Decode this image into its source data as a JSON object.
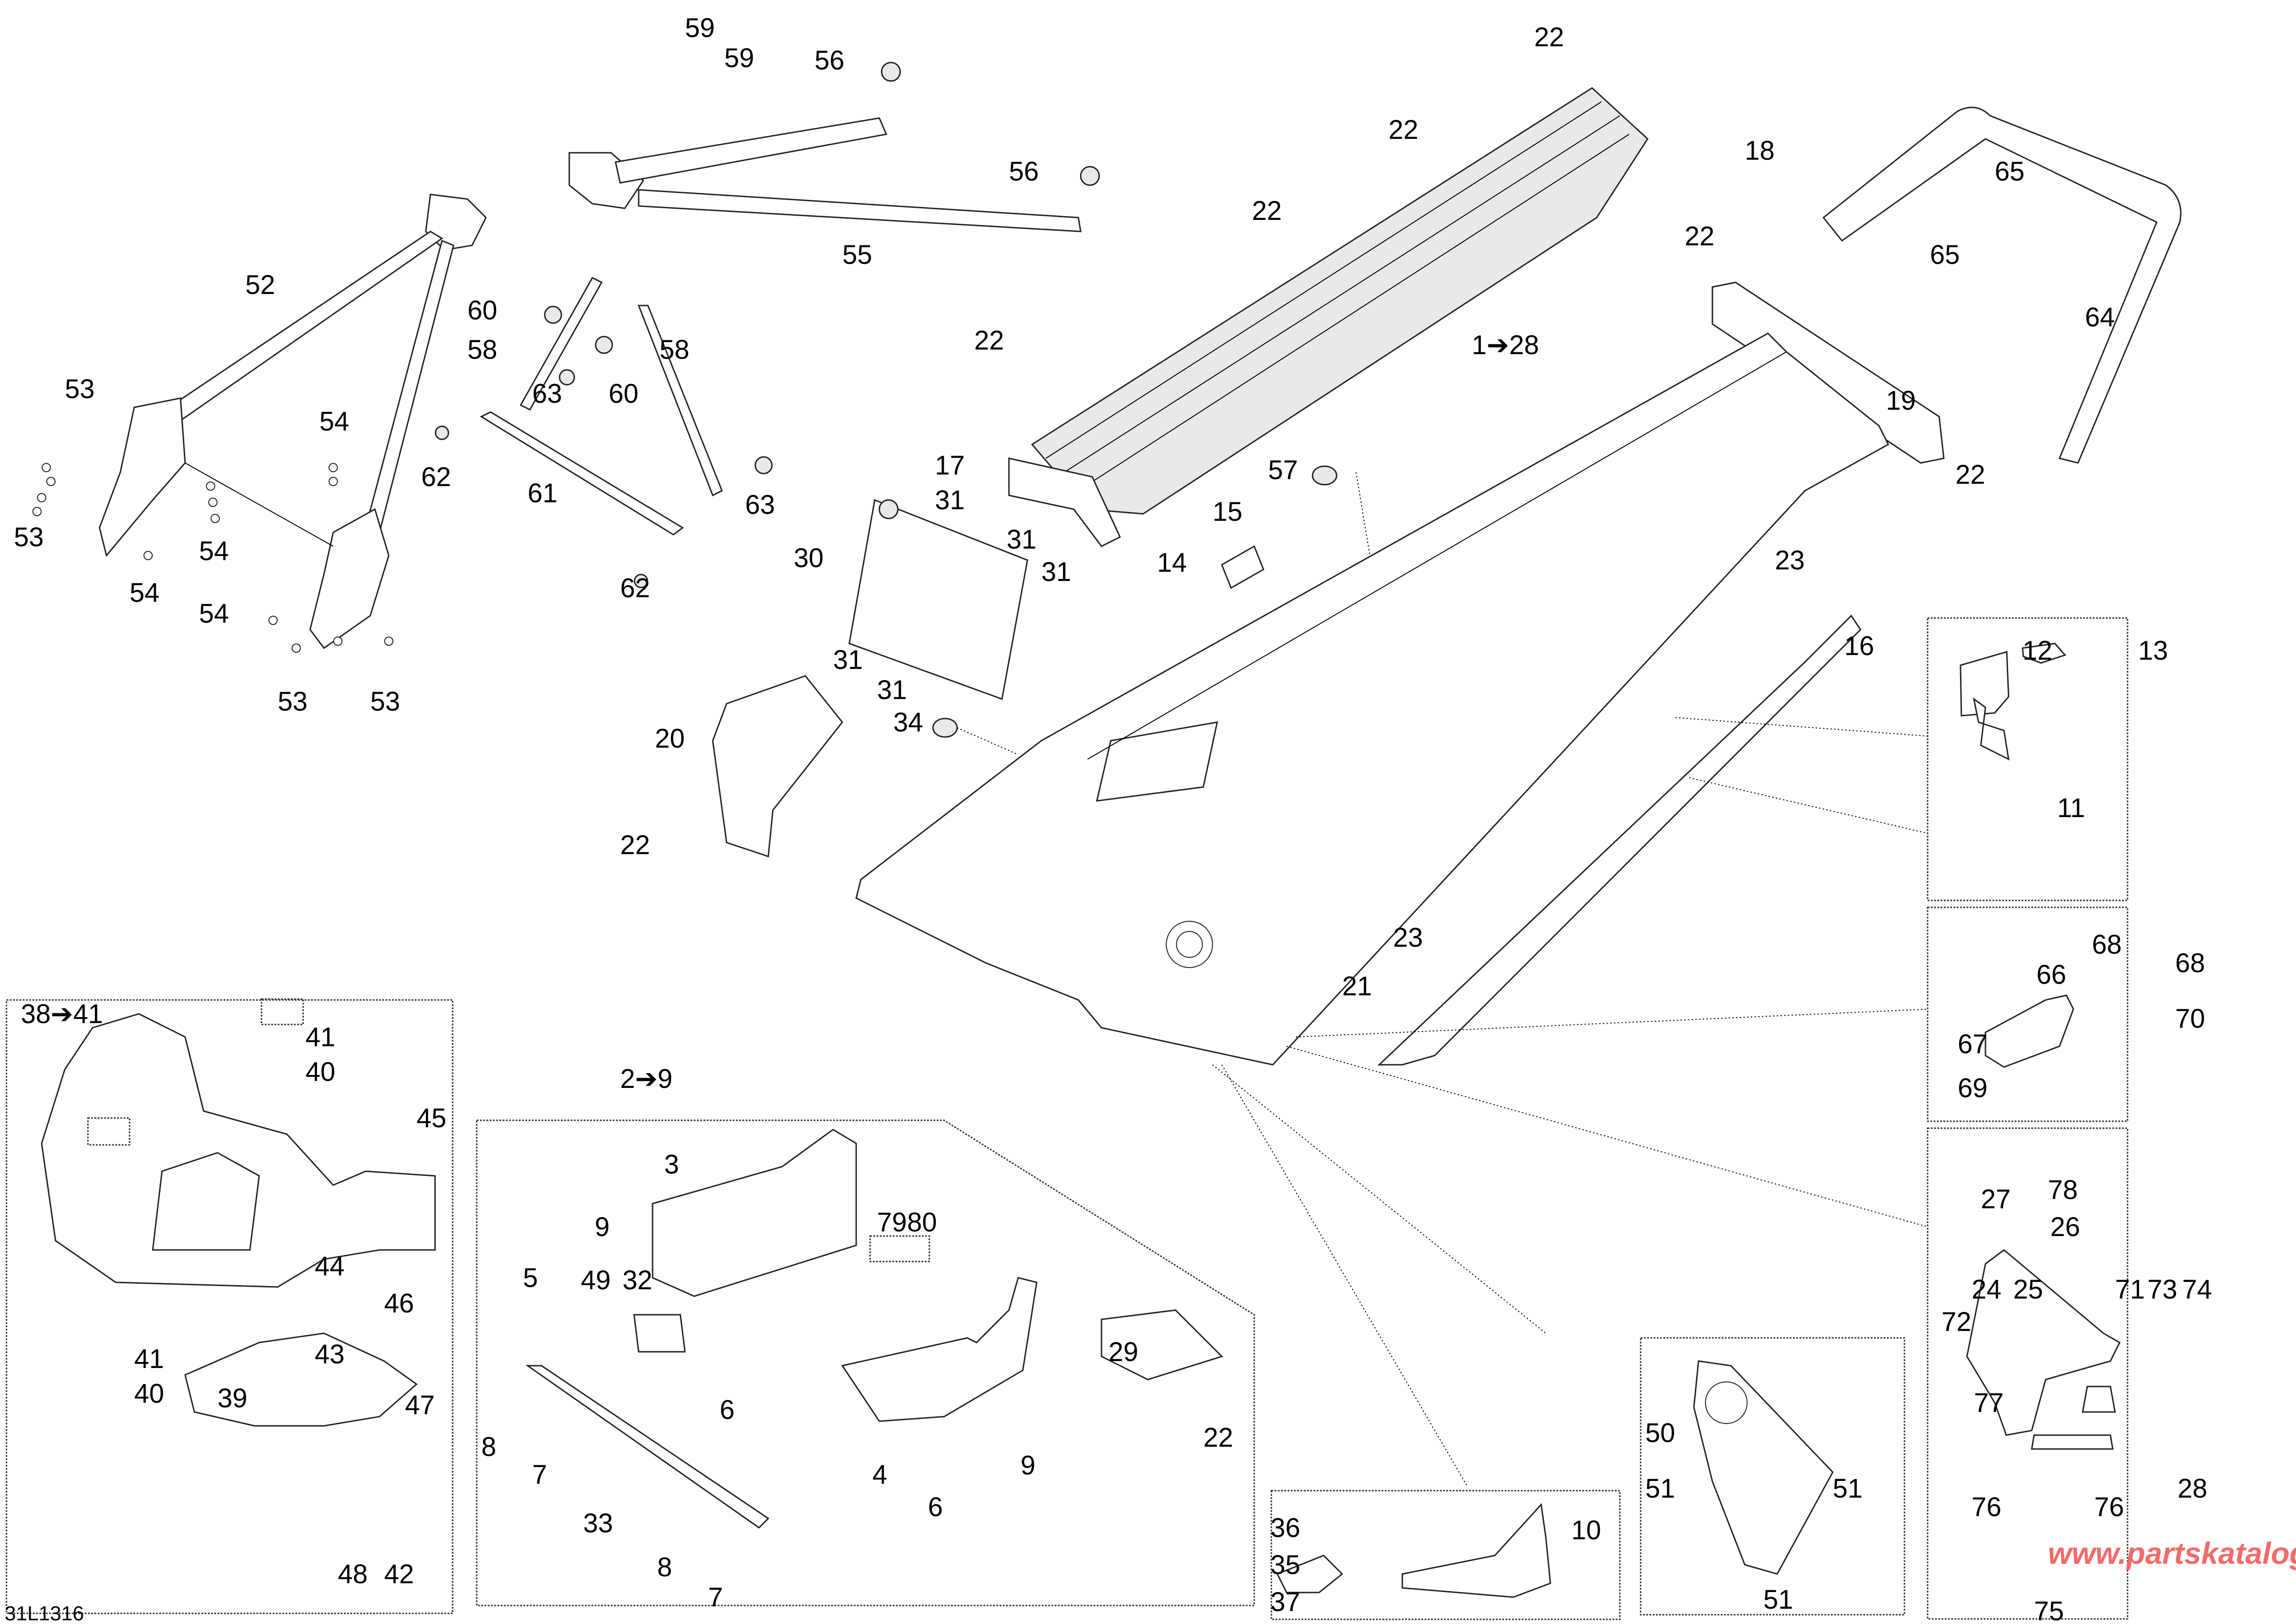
{
  "diagram": {
    "figure_code": "31L1316",
    "watermark": "www.partskatalog.ru",
    "arrow_glyph": "➔",
    "callouts": {
      "c59a": "59",
      "c59b": "59",
      "c56a": "56",
      "c56b": "56",
      "c55": "55",
      "c52": "52",
      "c53a": "53",
      "c53b": "53",
      "c53c": "53",
      "c53d": "53",
      "c54a": "54",
      "c54b": "54",
      "c54c": "54",
      "c54d": "54",
      "c60a": "60",
      "c60b": "60",
      "c58a": "58",
      "c58b": "58",
      "c63a": "63",
      "c63b": "63",
      "c62a": "62",
      "c62b": "62",
      "c61": "61",
      "c22a": "22",
      "c22b": "22",
      "c22c": "22",
      "c22d": "22",
      "c22e": "22",
      "c22f": "22",
      "c22g": "22",
      "c18": "18",
      "c19": "19",
      "c64": "64",
      "c65a": "65",
      "c65b": "65",
      "c1_28": "1➔28",
      "c17": "17",
      "c31a": "31",
      "c31b": "31",
      "c31c": "31",
      "c31d": "31",
      "c31e": "31",
      "c30": "30",
      "c57": "57",
      "c15": "15",
      "c14": "14",
      "c34": "34",
      "c20": "20",
      "c23a": "23",
      "c23b": "23",
      "c16": "16",
      "c21": "21",
      "c12": "12",
      "c13": "13",
      "c11": "11",
      "c66": "66",
      "c67": "67",
      "c68a": "68",
      "c68b": "68",
      "c69": "69",
      "c70": "70",
      "c38_41": "38➔41",
      "c41a": "41",
      "c40a": "40",
      "c41b": "41",
      "c40b": "40",
      "c45": "45",
      "c44": "44",
      "c43": "43",
      "c46": "46",
      "c39": "39",
      "c47": "47",
      "c48": "48",
      "c42": "42",
      "c2_9": "2➔9",
      "c3": "3",
      "c9a": "9",
      "c9b": "9",
      "c79": "79",
      "c80": "80",
      "c5": "5",
      "c49": "49",
      "c32": "32",
      "c29": "29",
      "c6a": "6",
      "c6b": "6",
      "c8a": "8",
      "c8b": "8",
      "c7a": "7",
      "c7b": "7",
      "c33": "33",
      "c4": "4",
      "c22h": "22",
      "c36": "36",
      "c35": "35",
      "c37": "37",
      "c10": "10",
      "c50": "50",
      "c51a": "51",
      "c51b": "51",
      "c51c": "51",
      "c27": "27",
      "c78": "78",
      "c26": "26",
      "c24": "24",
      "c25": "25",
      "c71": "71",
      "c72": "72",
      "c73": "73",
      "c74": "74",
      "c77": "77",
      "c76a": "76",
      "c76b": "76",
      "c28": "28",
      "c75": "75"
    },
    "colors": {
      "line": "#000000",
      "watermark": "#f26b6b",
      "background": "#ffffff"
    }
  }
}
